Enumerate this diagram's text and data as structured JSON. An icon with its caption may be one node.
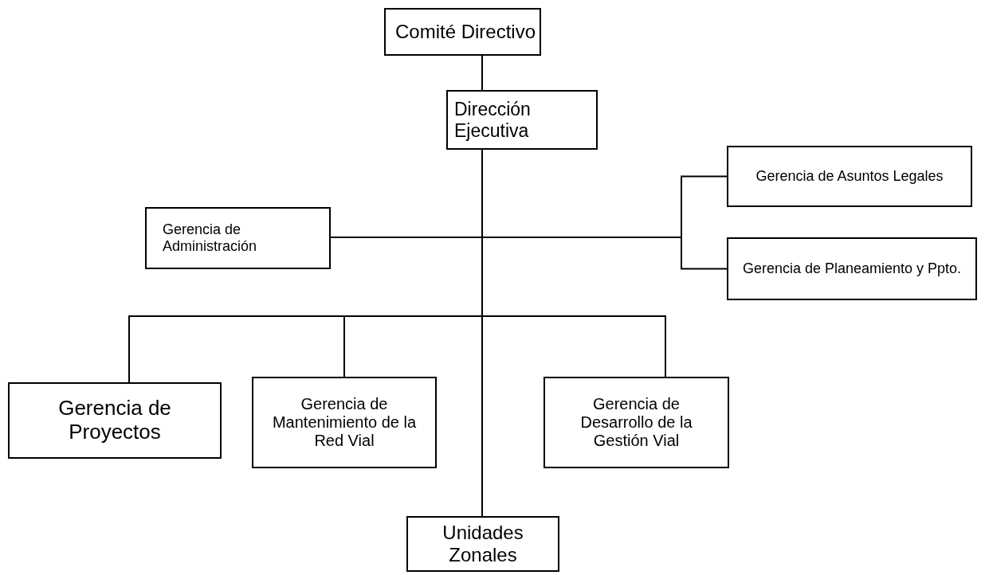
{
  "diagram": {
    "nodes": [
      {
        "text": [
          "Comité Directivo"
        ]
      },
      {
        "text": [
          "Dirección Ejecutiva"
        ]
      },
      {
        "text": [
          "Gerencia de Administración"
        ]
      },
      {
        "text": [
          "Gerencia de Asuntos Legales"
        ]
      },
      {
        "text": [
          "Gerencia de Planeamiento y Ppto."
        ]
      },
      {
        "text": [
          "Gerencia de Proyectos"
        ]
      },
      {
        "text": [
          "Gerencia de Mantenimiento de la Red Vial"
        ]
      },
      {
        "text": [
          "Gerencia de Desarrollo de la Gestión Vial"
        ]
      },
      {
        "text": [
          "Unidades Zonales"
        ]
      }
    ],
    "edges": [
      {
        "from": 0,
        "to": 1,
        "arrow": "none"
      },
      {
        "from": 1,
        "to": 2,
        "arrow": "none"
      },
      {
        "from": 1,
        "to": 3,
        "arrow": "none"
      },
      {
        "from": 1,
        "to": 4,
        "arrow": "none"
      },
      {
        "from": 1,
        "to": 5,
        "arrow": "none"
      },
      {
        "from": 1,
        "to": 6,
        "arrow": "none"
      },
      {
        "from": 1,
        "to": 7,
        "arrow": "none"
      },
      {
        "from": 1,
        "to": 8,
        "arrow": "none"
      }
    ]
  }
}
